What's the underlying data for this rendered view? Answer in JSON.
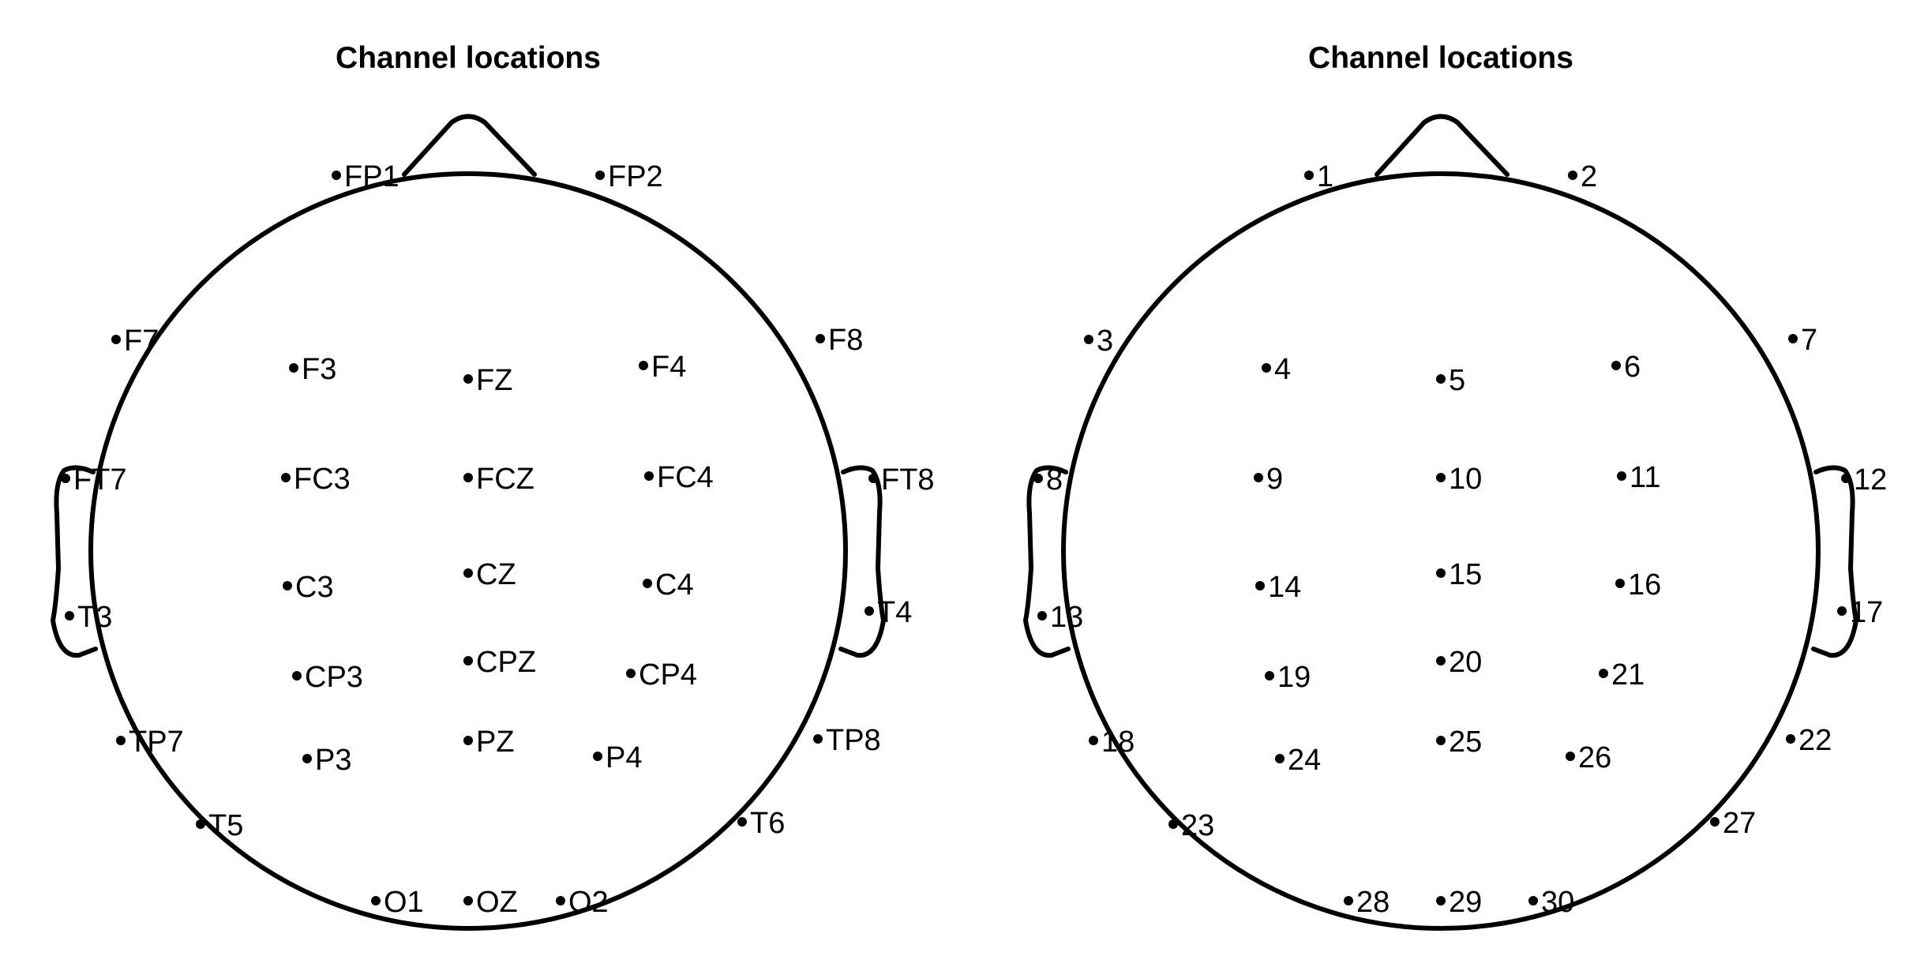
{
  "panels": [
    {
      "title": "Channel locations",
      "channels": [
        "FP1",
        "FP2",
        "F7",
        "F3",
        "FZ",
        "F4",
        "F8",
        "FT7",
        "FC3",
        "FCZ",
        "FC4",
        "FT8",
        "T3",
        "C3",
        "CZ",
        "C4",
        "T4",
        "TP7",
        "CP3",
        "CPZ",
        "CP4",
        "TP8",
        "T5",
        "P3",
        "PZ",
        "P4",
        "T6",
        "O1",
        "OZ",
        "O2"
      ]
    },
    {
      "title": "Channel locations",
      "channels": [
        "1",
        "2",
        "3",
        "4",
        "5",
        "6",
        "7",
        "8",
        "9",
        "10",
        "11",
        "12",
        "13",
        "14",
        "15",
        "16",
        "17",
        "18",
        "19",
        "20",
        "21",
        "22",
        "23",
        "24",
        "25",
        "26",
        "27",
        "28",
        "29",
        "30"
      ]
    }
  ],
  "colors": {
    "background": "#ffffff",
    "outline": "#000000",
    "electrode": "#000000",
    "text": "#000000"
  }
}
